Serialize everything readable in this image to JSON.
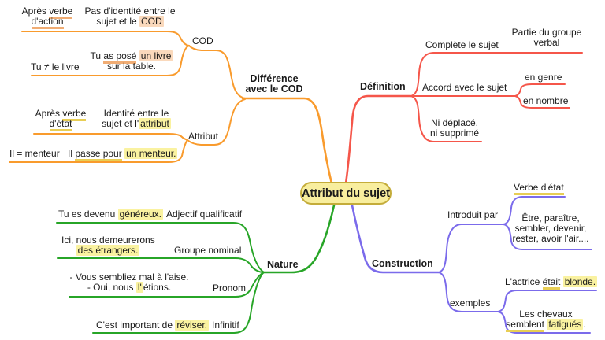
{
  "central": {
    "label": "Attribut du sujet"
  },
  "colors": {
    "orange": "#F99B2D",
    "red": "#F5564A",
    "green": "#27A527",
    "blue": "#7B6BEB",
    "nodeFill": "#F8EE9E",
    "nodeBorder": "#C4AC3A",
    "hlPeach": "#FAD9BC",
    "ulPeach": "#F0AC73",
    "hlYellow": "#FAF2A0",
    "ulYellow": "#E8CE55",
    "text": "#1A1A1A"
  },
  "difference": {
    "label_line1": "Différence",
    "label_line2": "avec le COD",
    "cod_label": "COD",
    "attribut_label": "Attribut",
    "g1_left_1a": "Après ",
    "g1_left_1b": "verbe",
    "g1_left_2": "d'action",
    "g1_right_1": "Pas d'identité entre le",
    "g1_right_2a": "sujet et le ",
    "g1_right_2b": "COD",
    "g2_left": "Tu ≠ le livre",
    "g2_right_1a": "Tu ",
    "g2_right_1b": "as posé",
    "g2_right_1c": " ",
    "g2_right_1d": "un livre",
    "g2_right_2": "sur la table.",
    "g3_left_1a": "Après ",
    "g3_left_1b": "verbe",
    "g3_left_2": "d'état",
    "g3_right_1": "Identité entre le",
    "g3_right_2a": "sujet et l'",
    "g3_right_2b": "attribut",
    "g4_left": "Il = menteur",
    "g4_right_a": "Il ",
    "g4_right_b": "passe pour",
    "g4_right_c": " ",
    "g4_right_d": "un menteur."
  },
  "definition": {
    "label": "Définition",
    "complete": "Complète le sujet",
    "partie_1": "Partie du groupe",
    "partie_2": "verbal",
    "accord": "Accord avec le sujet",
    "genre": "en genre",
    "nombre": "en nombre",
    "ni_1": "Ni déplacé,",
    "ni_2": "ni supprimé"
  },
  "nature": {
    "label": "Nature",
    "i1_ex_a": "Tu es devenu ",
    "i1_ex_b": "généreux.",
    "i1_type": "Adjectif qualificatif",
    "i2_ex_1": "Ici, nous demeurerons",
    "i2_ex_2": "des étrangers.",
    "i2_type": "Groupe nominal",
    "i3_ex_1": "- Vous sembliez mal à l'aise.",
    "i3_ex_2a": "- Oui, nous ",
    "i3_ex_2b": "l'",
    "i3_ex_2c": "étions.",
    "i3_type": "Pronom",
    "i4_ex_a": "C'est important de ",
    "i4_ex_b": "réviser.",
    "i4_type": "Infinitif"
  },
  "construction": {
    "label": "Construction",
    "introduit": "Introduit par",
    "verbe_etat": "Verbe d'état",
    "liste_1": "Être, paraître,",
    "liste_2": "sembler, devenir,",
    "liste_3": "rester, avoir l'air....",
    "exemples": "exemples",
    "actrice_a": "L'actrice ",
    "actrice_b": "était",
    "actrice_c": " ",
    "actrice_d": "blonde.",
    "chevaux_1": "Les chevaux",
    "chevaux_2a": "semblent",
    "chevaux_2b": " ",
    "chevaux_2c": "fatigués",
    "chevaux_2d": "."
  }
}
